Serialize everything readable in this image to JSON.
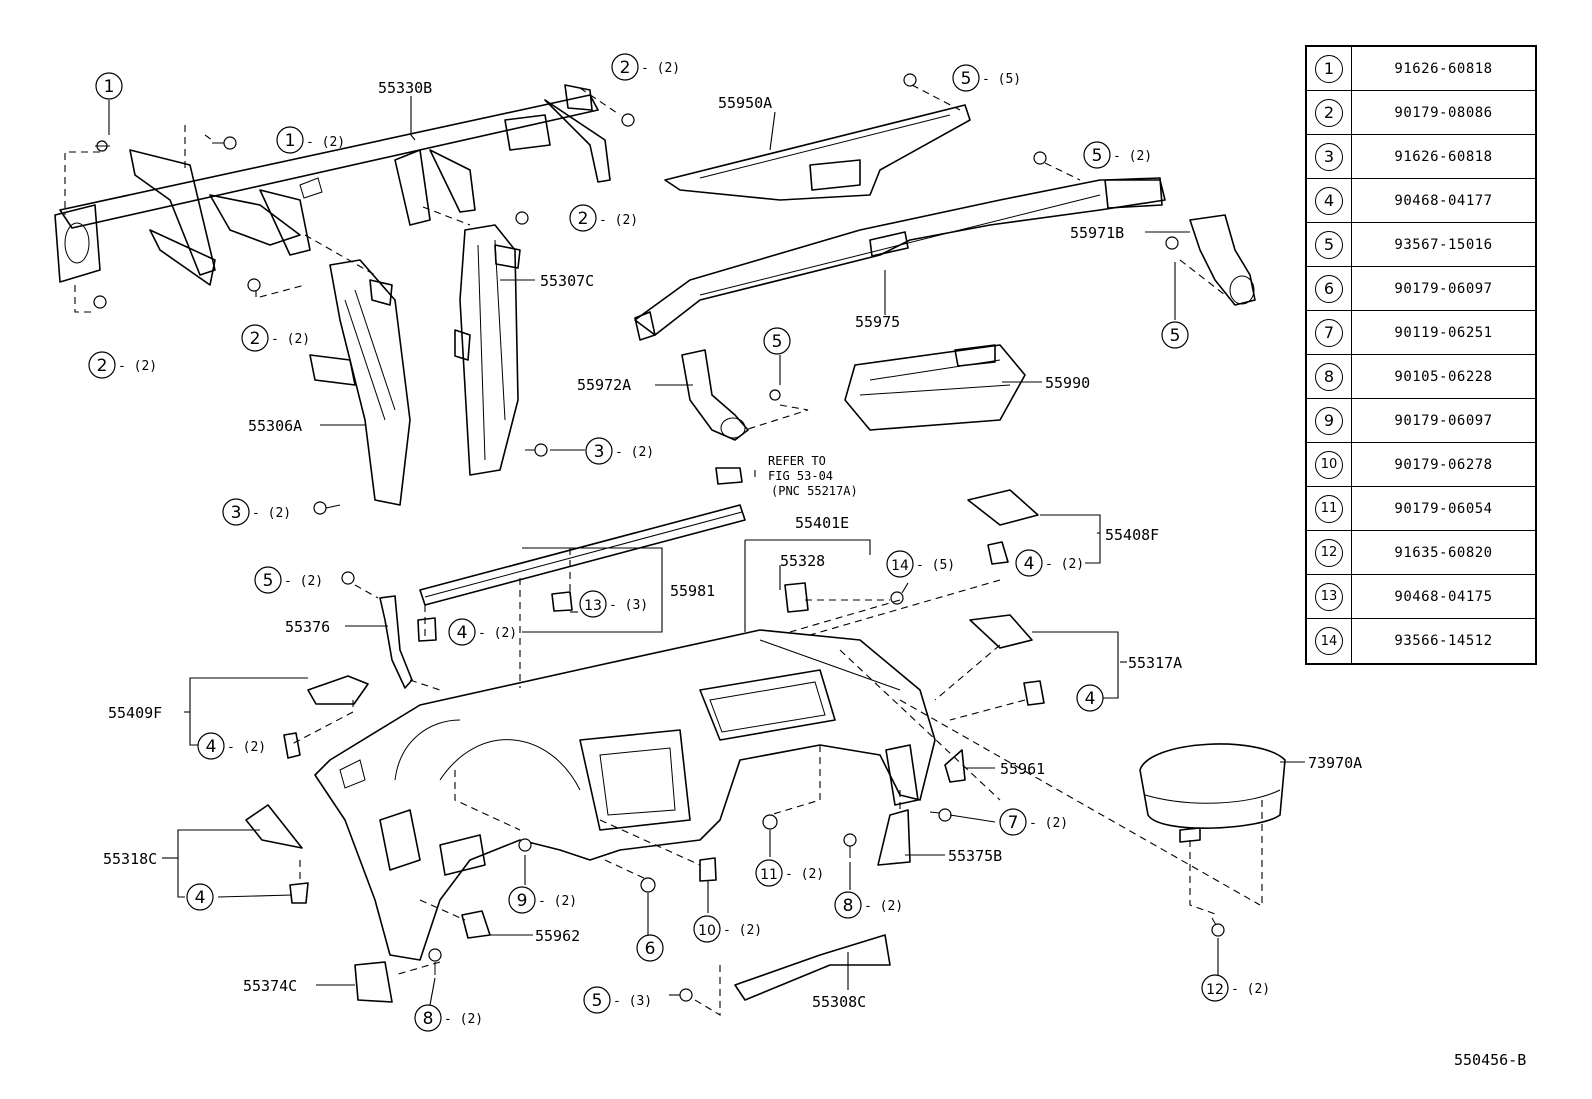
{
  "diagram_id": "550456-B",
  "legend": [
    {
      "key": "1",
      "part": "91626-60818"
    },
    {
      "key": "2",
      "part": "90179-08086"
    },
    {
      "key": "3",
      "part": "91626-60818"
    },
    {
      "key": "4",
      "part": "90468-04177"
    },
    {
      "key": "5",
      "part": "93567-15016"
    },
    {
      "key": "6",
      "part": "90179-06097"
    },
    {
      "key": "7",
      "part": "90119-06251"
    },
    {
      "key": "8",
      "part": "90105-06228"
    },
    {
      "key": "9",
      "part": "90179-06097"
    },
    {
      "key": "10",
      "part": "90179-06278"
    },
    {
      "key": "11",
      "part": "90179-06054"
    },
    {
      "key": "12",
      "part": "91635-60820"
    },
    {
      "key": "13",
      "part": "90468-04175"
    },
    {
      "key": "14",
      "part": "93566-14512"
    }
  ],
  "parts": [
    "55330B",
    "55950A",
    "55971B",
    "55307C",
    "55975",
    "55972A",
    "55990",
    "55306A",
    "55401E",
    "55408F",
    "55328",
    "55981",
    "55376",
    "55317A",
    "55409F",
    "55961",
    "73970A",
    "55318C",
    "55375B",
    "55962",
    "55374C",
    "55308C"
  ],
  "refer": {
    "line1": "REFER TO",
    "line2": "FIG 53-04",
    "line3": "(PNC 55217A)"
  },
  "callouts": [
    {
      "num": "1",
      "qty": ""
    },
    {
      "num": "1",
      "qty": "- (2)"
    },
    {
      "num": "2",
      "qty": "- (2)"
    },
    {
      "num": "2",
      "qty": "- (2)"
    },
    {
      "num": "2",
      "qty": "- (2)"
    },
    {
      "num": "2",
      "qty": "- (2)"
    },
    {
      "num": "5",
      "qty": "- (5)"
    },
    {
      "num": "5",
      "qty": "- (2)"
    },
    {
      "num": "5",
      "qty": ""
    },
    {
      "num": "5",
      "qty": ""
    },
    {
      "num": "3",
      "qty": "- (2)"
    },
    {
      "num": "3",
      "qty": "- (2)"
    },
    {
      "num": "14",
      "qty": "- (5)"
    },
    {
      "num": "4",
      "qty": "- (2)"
    },
    {
      "num": "5",
      "qty": "- (2)"
    },
    {
      "num": "13",
      "qty": "- (3)"
    },
    {
      "num": "4",
      "qty": "- (2)"
    },
    {
      "num": "4",
      "qty": ""
    },
    {
      "num": "4",
      "qty": "- (2)"
    },
    {
      "num": "7",
      "qty": "- (2)"
    },
    {
      "num": "4",
      "qty": ""
    },
    {
      "num": "9",
      "qty": "- (2)"
    },
    {
      "num": "11",
      "qty": "- (2)"
    },
    {
      "num": "8",
      "qty": "- (2)"
    },
    {
      "num": "6",
      "qty": ""
    },
    {
      "num": "10",
      "qty": "- (2)"
    },
    {
      "num": "12",
      "qty": "- (2)"
    },
    {
      "num": "8",
      "qty": "- (2)"
    },
    {
      "num": "5",
      "qty": "- (3)"
    }
  ]
}
